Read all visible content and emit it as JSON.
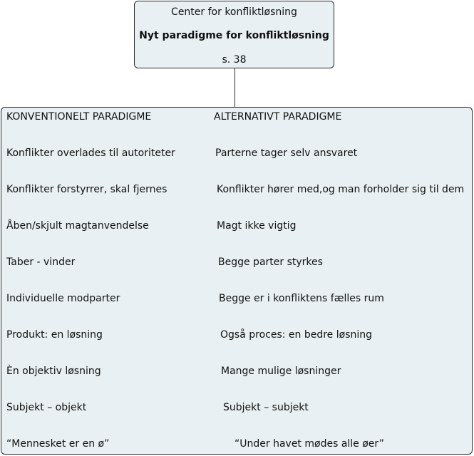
{
  "top_node": {
    "line1": "Center for konfliktløsning",
    "line2": "Nyt paradigme for konfliktløsning",
    "line3": "s. 38"
  },
  "main_node": {
    "rows": [
      {
        "left": "KONVENTIONELT PARADIGME",
        "right": "ALTERNATIVT PARADIGME"
      },
      {
        "left": "Konflikter overlades til autoriteter",
        "right": "Parterne tager selv ansvaret"
      },
      {
        "left": "Konflikter forstyrrer, skal fjernes",
        "right": "Konflikter hører med,og man forholder sig til dem"
      },
      {
        "left": "Åben/skjult magtanvendelse",
        "right": "Magt ikke vigtig"
      },
      {
        "left": "Taber - vinder",
        "right": "Begge parter styrkes"
      },
      {
        "left": "Individuelle modparter",
        "right": "Begge er i konfliktens fælles rum"
      },
      {
        "left": "Produkt: en løsning",
        "right": "Også proces: en bedre løsning"
      },
      {
        "left": "Èn objektiv løsning",
        "right": "Mange mulige løsninger"
      },
      {
        "left": "Subjekt – objekt",
        "right": "Subjekt – subjekt"
      },
      {
        "left": "“Mennesket er en ø”",
        "right": "“Under havet mødes alle øer”"
      }
    ]
  }
}
